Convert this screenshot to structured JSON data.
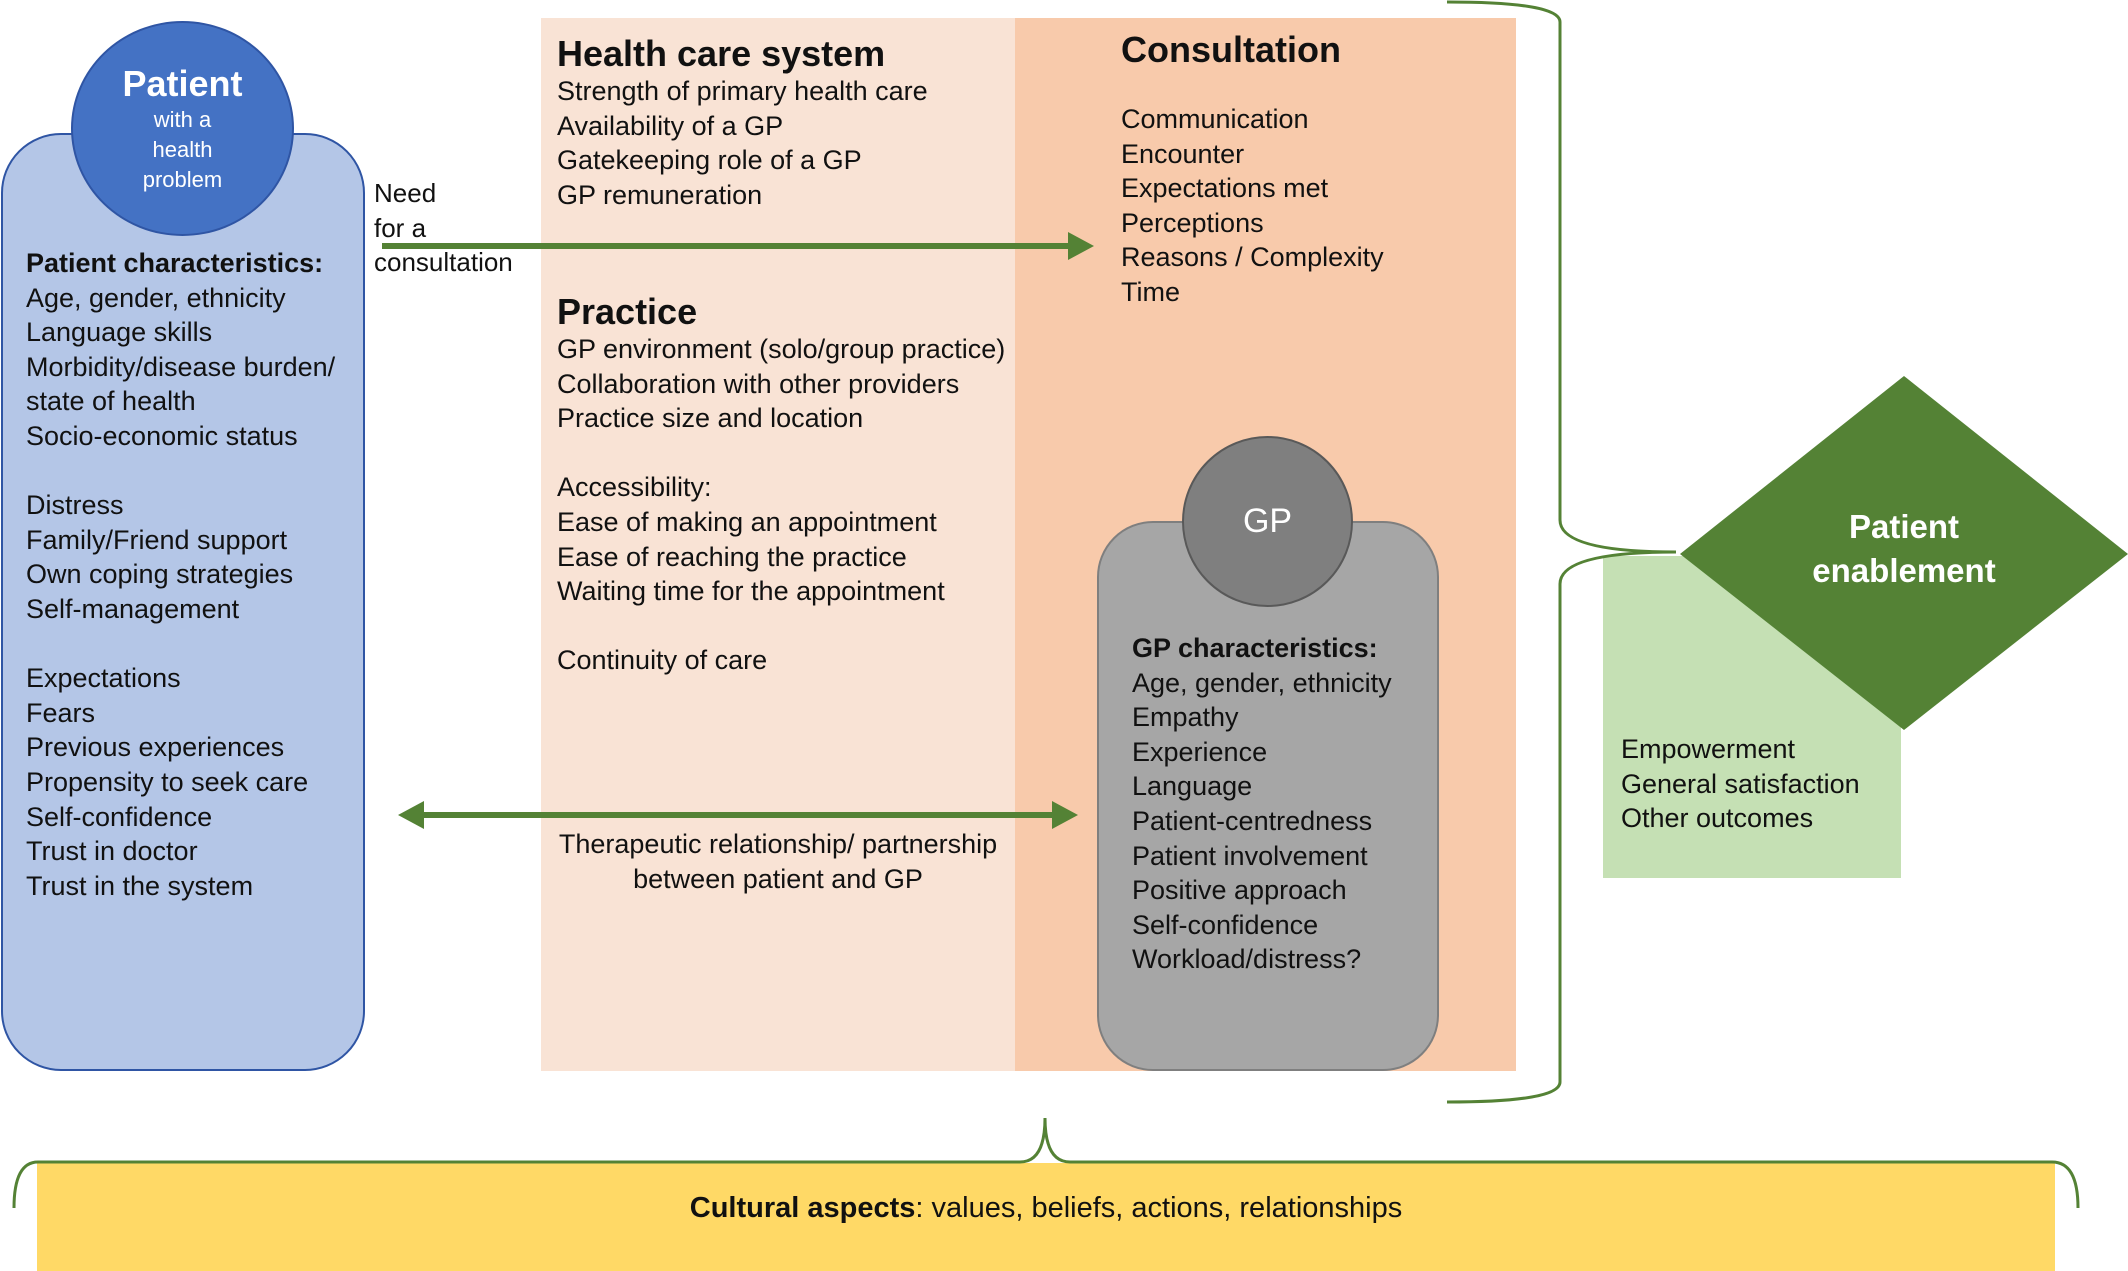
{
  "patient": {
    "title": "Patient",
    "subtitle_lines": [
      "with a",
      "health",
      "problem"
    ],
    "characteristics_heading": "Patient characteristics:",
    "group1": [
      "Age, gender, ethnicity",
      "Language skills",
      "Morbidity/disease burden/",
      "state of health",
      "Socio-economic status"
    ],
    "group2": [
      "Distress",
      "Family/Friend support",
      "Own coping strategies",
      "Self-management"
    ],
    "group3": [
      "Expectations",
      "Fears",
      "Previous experiences",
      "Propensity to seek care",
      "Self-confidence",
      "Trust in doctor",
      "Trust in the system"
    ]
  },
  "need_label_lines": [
    "Need",
    "for a",
    "consultation"
  ],
  "health_care_system": {
    "heading": "Health care system",
    "items": [
      "Strength of primary health  care",
      "Availability of a GP",
      "Gatekeeping role of a GP",
      "GP remuneration"
    ]
  },
  "practice": {
    "heading": "Practice",
    "items": [
      "GP environment (solo/group practice)",
      "Collaboration with other providers",
      "Practice size and location"
    ],
    "accessibility_heading": "Accessibility:",
    "accessibility_items": [
      "Ease of making an appointment",
      "Ease of reaching the practice",
      "Waiting time for the appointment"
    ],
    "continuity": "Continuity of care"
  },
  "relationship_label_lines": [
    "Therapeutic relationship/ partnership",
    "between patient and GP"
  ],
  "consultation": {
    "heading": "Consultation",
    "items": [
      "Communication",
      "Encounter",
      "Expectations met",
      "Perceptions",
      "Reasons  / Complexity",
      "Time"
    ]
  },
  "gp": {
    "label": "GP",
    "characteristics_heading": "GP characteristics:",
    "items": [
      "Age, gender, ethnicity",
      "Empathy",
      "Experience",
      "Language",
      "Patient-centredness",
      "Patient involvement",
      "Positive approach",
      "Self-confidence",
      "Workload/distress?"
    ]
  },
  "enablement": {
    "title_lines": [
      "Patient",
      "enablement"
    ],
    "outcomes": [
      "Empowerment",
      "General satisfaction",
      "Other outcomes"
    ]
  },
  "cultural": {
    "bold": "Cultural aspects",
    "rest": ": values, beliefs, actions, relationships"
  },
  "colors": {
    "patient_box": "#b4c6e7",
    "patient_circle": "#4472c4",
    "health_care_panel": "#f9e3d5",
    "consultation_panel": "#f8caab",
    "gp_box": "#a6a6a6",
    "gp_circle": "#7f7f7f",
    "arrow_green": "#548235",
    "enablement_diamond": "#548235",
    "outcome_box": "#c5e0b4",
    "cultural_bar": "#ffd966"
  }
}
